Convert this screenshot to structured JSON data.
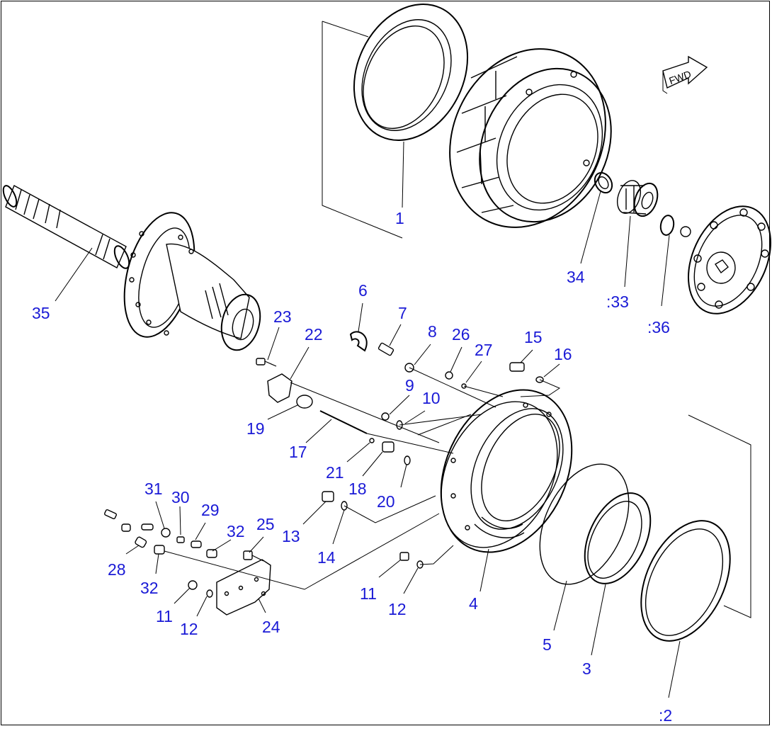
{
  "fwd_label": "FWD",
  "callouts": {
    "c1": "1",
    "c2": ":2",
    "c3": "3",
    "c4": "4",
    "c5": "5",
    "c6": "6",
    "c7": "7",
    "c8": "8",
    "c9": "9",
    "c10": "10",
    "c11a": "11",
    "c11b": "11",
    "c12a": "12",
    "c12b": "12",
    "c13": "13",
    "c14": "14",
    "c15": "15",
    "c16": "16",
    "c17": "17",
    "c18": "18",
    "c19": "19",
    "c20": "20",
    "c21": "21",
    "c22": "22",
    "c23": "23",
    "c24": "24",
    "c25": "25",
    "c26": "26",
    "c27": "27",
    "c28": "28",
    "c29": "29",
    "c30": "30",
    "c31": "31",
    "c32a": "32",
    "c32b": "32",
    "c33": ":33",
    "c34": "34",
    "c35": "35",
    "c36": ":36"
  },
  "colors": {
    "callout": "#1a1ad6",
    "line": "#000000",
    "background": "#ffffff"
  }
}
